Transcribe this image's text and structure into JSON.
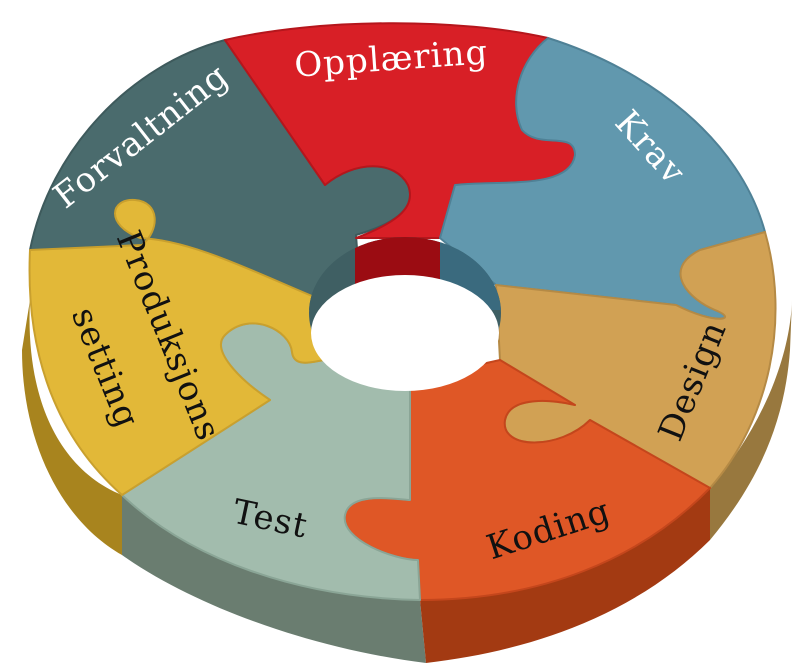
{
  "segments": [
    {
      "label": "Opplæring",
      "color": "#D81F26"
    },
    {
      "label": "Krav",
      "color": "#6198AE"
    },
    {
      "label": "Design",
      "color": "#D1A154"
    },
    {
      "label": "Koding",
      "color": "#DF5726"
    },
    {
      "label": "Test",
      "color": "#A2BCAD"
    },
    {
      "label": "Produksjons",
      "label2": "setting",
      "color": "#E2B838"
    },
    {
      "label": "Forvaltning",
      "color": "#4A6B6D"
    }
  ]
}
